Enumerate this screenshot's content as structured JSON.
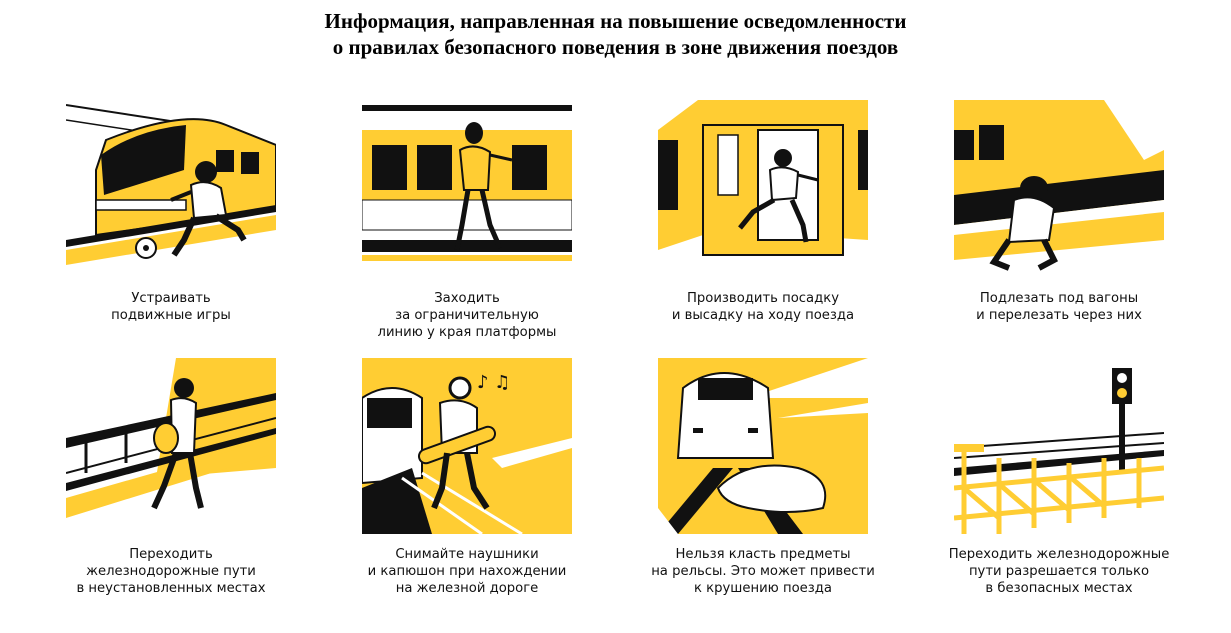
{
  "title": {
    "line1": "Информация, направленная на повышение осведомленности",
    "line2": "о правилах безопасного поведения в зоне движения поездов"
  },
  "colors": {
    "accent": "#ffcd33",
    "ink": "#111111",
    "background": "#ffffff"
  },
  "cards": [
    {
      "illustration": "child-playing-ball-on-platform-image",
      "caption": [
        "Устраивать",
        "подвижные игры"
      ]
    },
    {
      "illustration": "woman-crossing-platform-line-image",
      "caption": [
        "Заходить",
        "за ограничительную",
        "линию у края платформы"
      ]
    },
    {
      "illustration": "person-jumping-from-moving-train-image",
      "caption": [
        "Производить посадку",
        "и высадку на ходу поезда"
      ]
    },
    {
      "illustration": "person-crawling-under-wagon-image",
      "caption": [
        "Подлезать под вагоны",
        "и перелезать через них"
      ]
    },
    {
      "illustration": "person-crossing-tracks-image",
      "caption": [
        "Переходить",
        "железнодорожные пути",
        "в неустановленных местах"
      ]
    },
    {
      "illustration": "person-with-headphones-on-tracks-image",
      "caption": [
        "Снимайте наушники",
        "и капюшон при нахождении",
        "на железной дороге"
      ]
    },
    {
      "illustration": "objects-on-rails-image",
      "caption": [
        "Нельзя класть предметы",
        "на рельсы. Это может привести",
        "к крушению поезда"
      ]
    },
    {
      "illustration": "safe-crossing-with-signal-image",
      "caption": [
        "Переходить железнодорожные",
        "пути разрешается только",
        "в безопасных местах"
      ]
    }
  ]
}
